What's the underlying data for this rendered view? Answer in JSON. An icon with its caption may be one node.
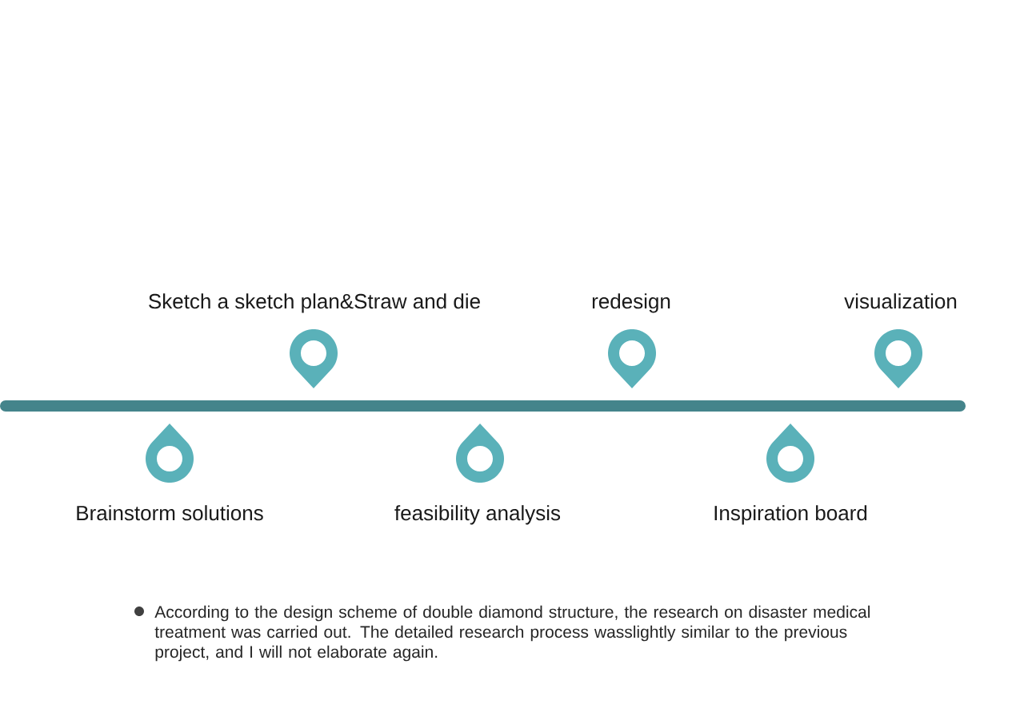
{
  "diagram": {
    "nodes": [
      {
        "text": [
          "Brainstorm solutions"
        ]
      },
      {
        "text": [
          "Sketch a sketch plan&Straw and die"
        ]
      },
      {
        "text": [
          "feasibility analysis"
        ]
      },
      {
        "text": [
          "redesign"
        ]
      },
      {
        "text": [
          "Inspiration board"
        ]
      },
      {
        "text": [
          "visualization"
        ]
      }
    ],
    "labels": [
      "According to the design scheme of double diamond structure, the research on disaster medical treatment was carried out. The detailed research process wasslightly similar to the previous project, and I will not elaborate again."
    ]
  }
}
